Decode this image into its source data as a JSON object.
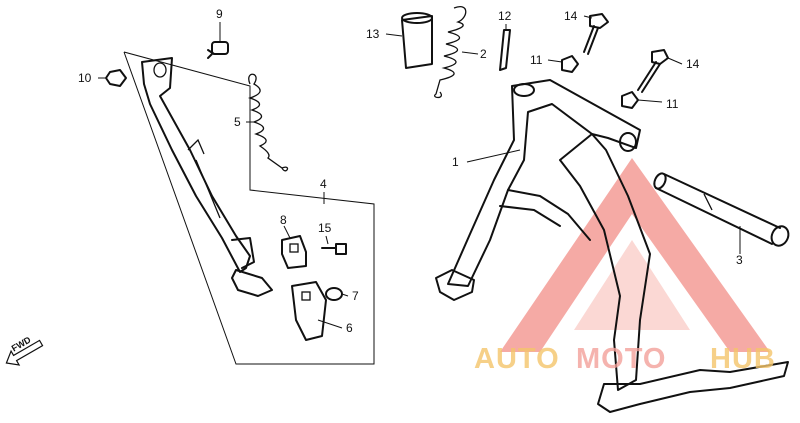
{
  "diagram": {
    "callouts": [
      {
        "id": "c1",
        "label": "1"
      },
      {
        "id": "c2",
        "label": "2"
      },
      {
        "id": "c3",
        "label": "3"
      },
      {
        "id": "c4",
        "label": "4"
      },
      {
        "id": "c5",
        "label": "5"
      },
      {
        "id": "c6",
        "label": "6"
      },
      {
        "id": "c7",
        "label": "7"
      },
      {
        "id": "c8",
        "label": "8"
      },
      {
        "id": "c9",
        "label": "9"
      },
      {
        "id": "c10",
        "label": "10"
      },
      {
        "id": "c11a",
        "label": "11"
      },
      {
        "id": "c11b",
        "label": "11"
      },
      {
        "id": "c12",
        "label": "12"
      },
      {
        "id": "c13",
        "label": "13"
      },
      {
        "id": "c14a",
        "label": "14"
      },
      {
        "id": "c14b",
        "label": "14"
      },
      {
        "id": "c15",
        "label": "15"
      }
    ],
    "direction_marker": "FWD"
  },
  "watermark": {
    "text_auto": "AUTO",
    "text_moto": "MOTO",
    "text_hub": "HUB",
    "colors": {
      "auto": "#f4c56b",
      "moto": "#f3a19a",
      "hub": "#f4c56b",
      "triangle": "#f07a72"
    }
  }
}
